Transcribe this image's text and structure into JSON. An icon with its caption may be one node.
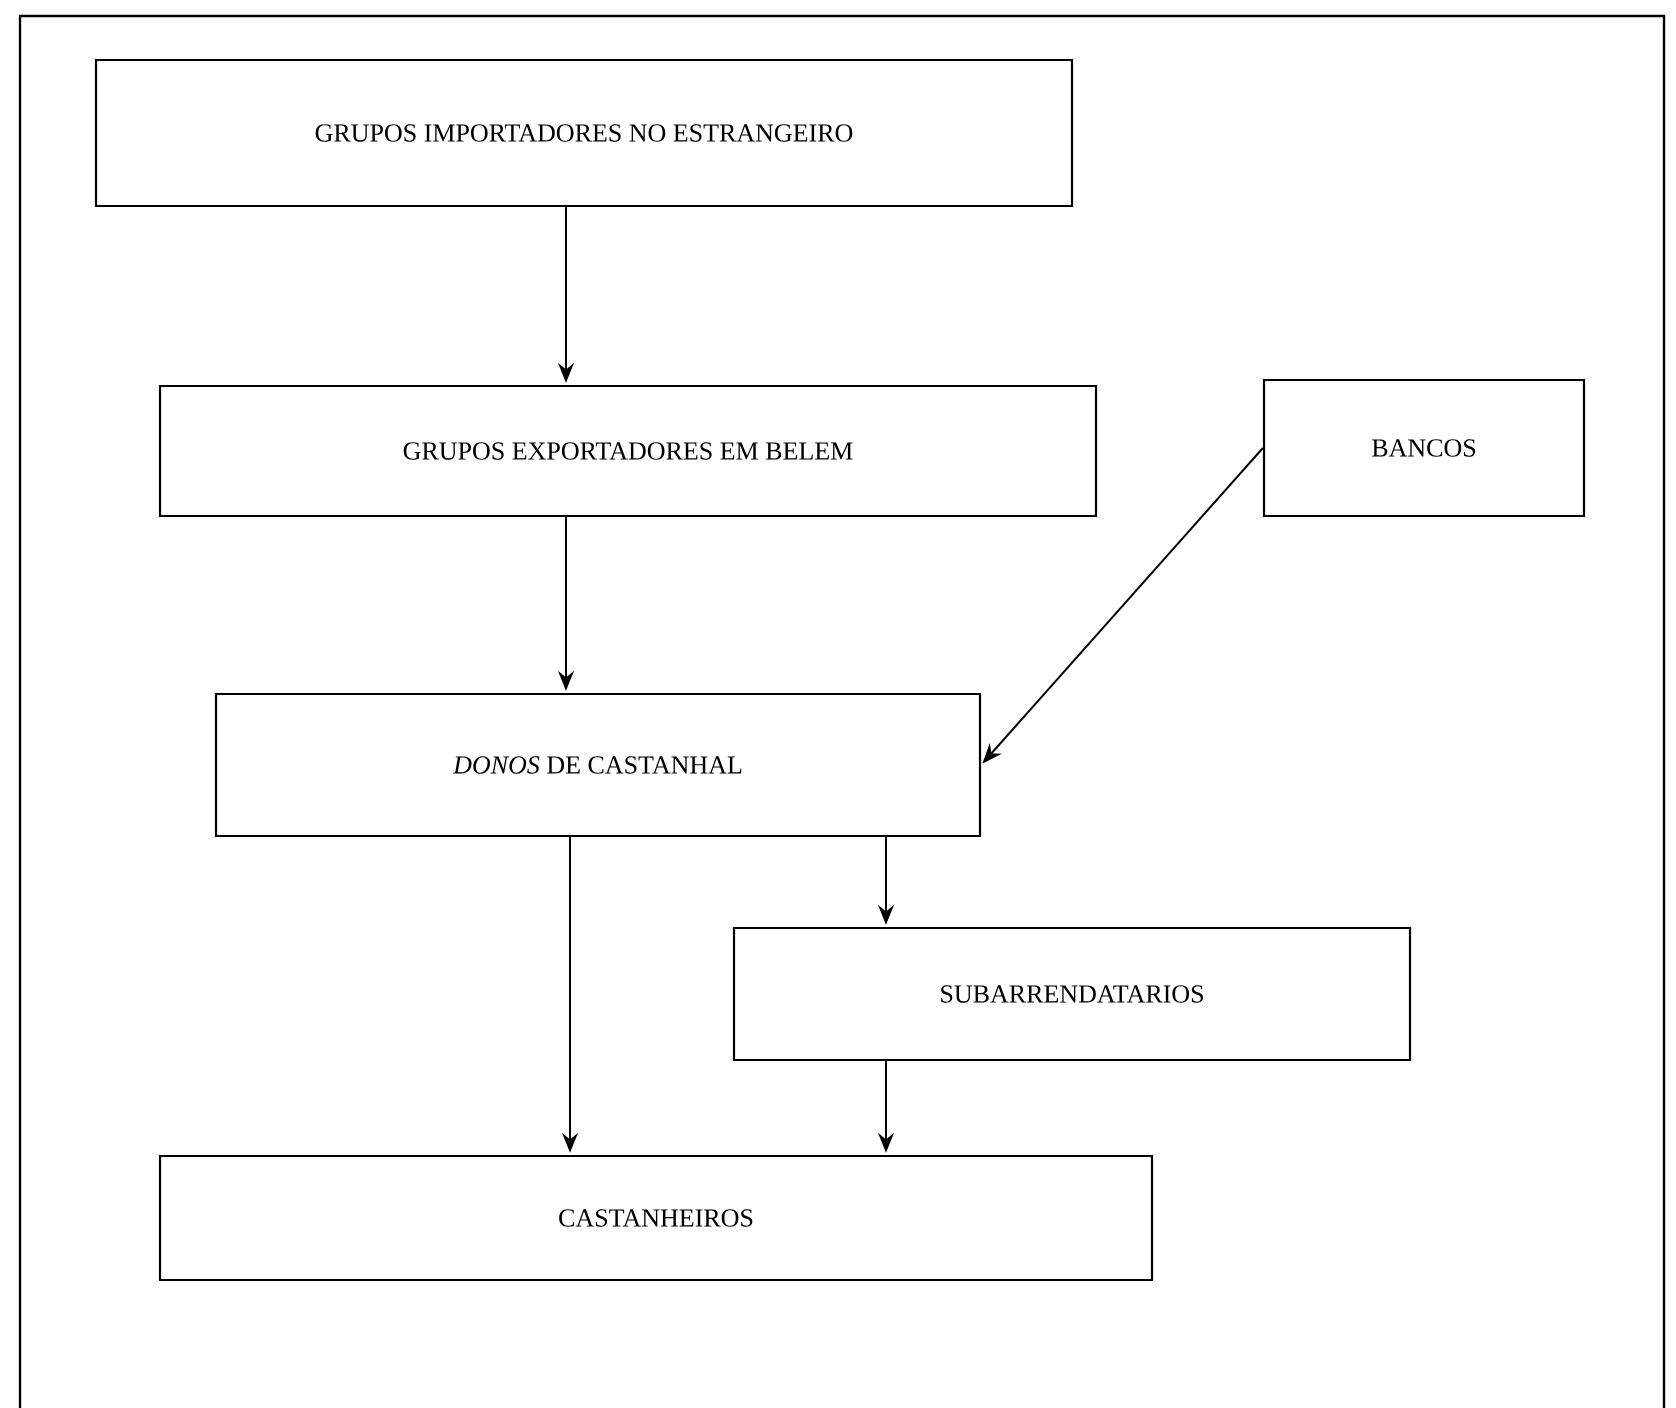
{
  "diagram": {
    "nodes": [
      {
        "text": [
          "GRUPOS IMPORTADORES NO ESTRANGEIRO"
        ]
      },
      {
        "text": [
          "GRUPOS EXPORTADORES EM BELEM"
        ]
      },
      {
        "text": [
          "BANCOS"
        ]
      },
      {
        "text": [
          "*DONOS* DE CASTANHAL"
        ]
      },
      {
        "text": [
          "SUBARRENDATARIOS"
        ]
      },
      {
        "text": [
          "CASTANHEIROS"
        ]
      }
    ],
    "edges": [
      {
        "from": 0,
        "to": 1,
        "arrow": "to"
      },
      {
        "from": 1,
        "to": 3,
        "arrow": "to"
      },
      {
        "from": 2,
        "to": 3,
        "arrow": "to"
      },
      {
        "from": 3,
        "to": 5,
        "arrow": "to"
      },
      {
        "from": 3,
        "to": 4,
        "arrow": "to"
      },
      {
        "from": 4,
        "to": 5,
        "arrow": "to"
      }
    ]
  }
}
